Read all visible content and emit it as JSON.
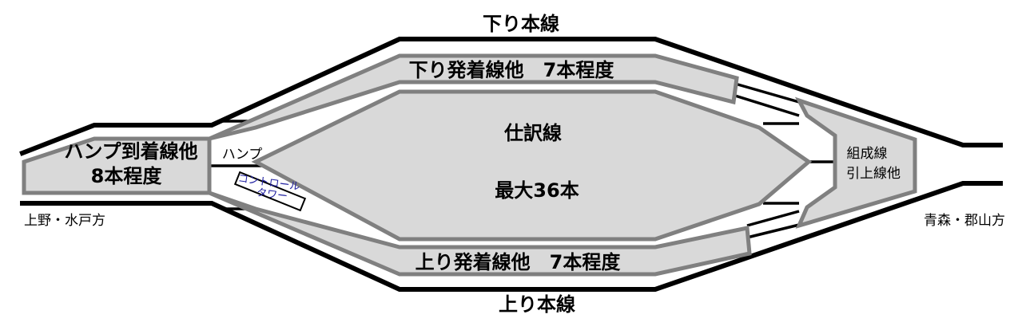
{
  "labels": {
    "down_main": "下り本線",
    "up_main": "上り本線",
    "down_departure": "下り発着線他　7本程度",
    "up_departure": "上り発着線他　7本程度",
    "hump_arrival_1": "ハンプ到着線他",
    "hump_arrival_2": "8本程度",
    "hump": "ハンプ",
    "control_tower_1": "コントロール",
    "control_tower_2": "タワー",
    "classification_1": "仕訳線",
    "classification_2": "最大36本",
    "formation_1": "組成線",
    "formation_2": "引上線他",
    "direction_left": "上野・水戸方",
    "direction_right": "青森・郡山方"
  },
  "colors": {
    "track": "#000000",
    "area_fill": "#d9d9d9",
    "area_stroke": "#808080",
    "tower_text": "#1f1fa0"
  }
}
